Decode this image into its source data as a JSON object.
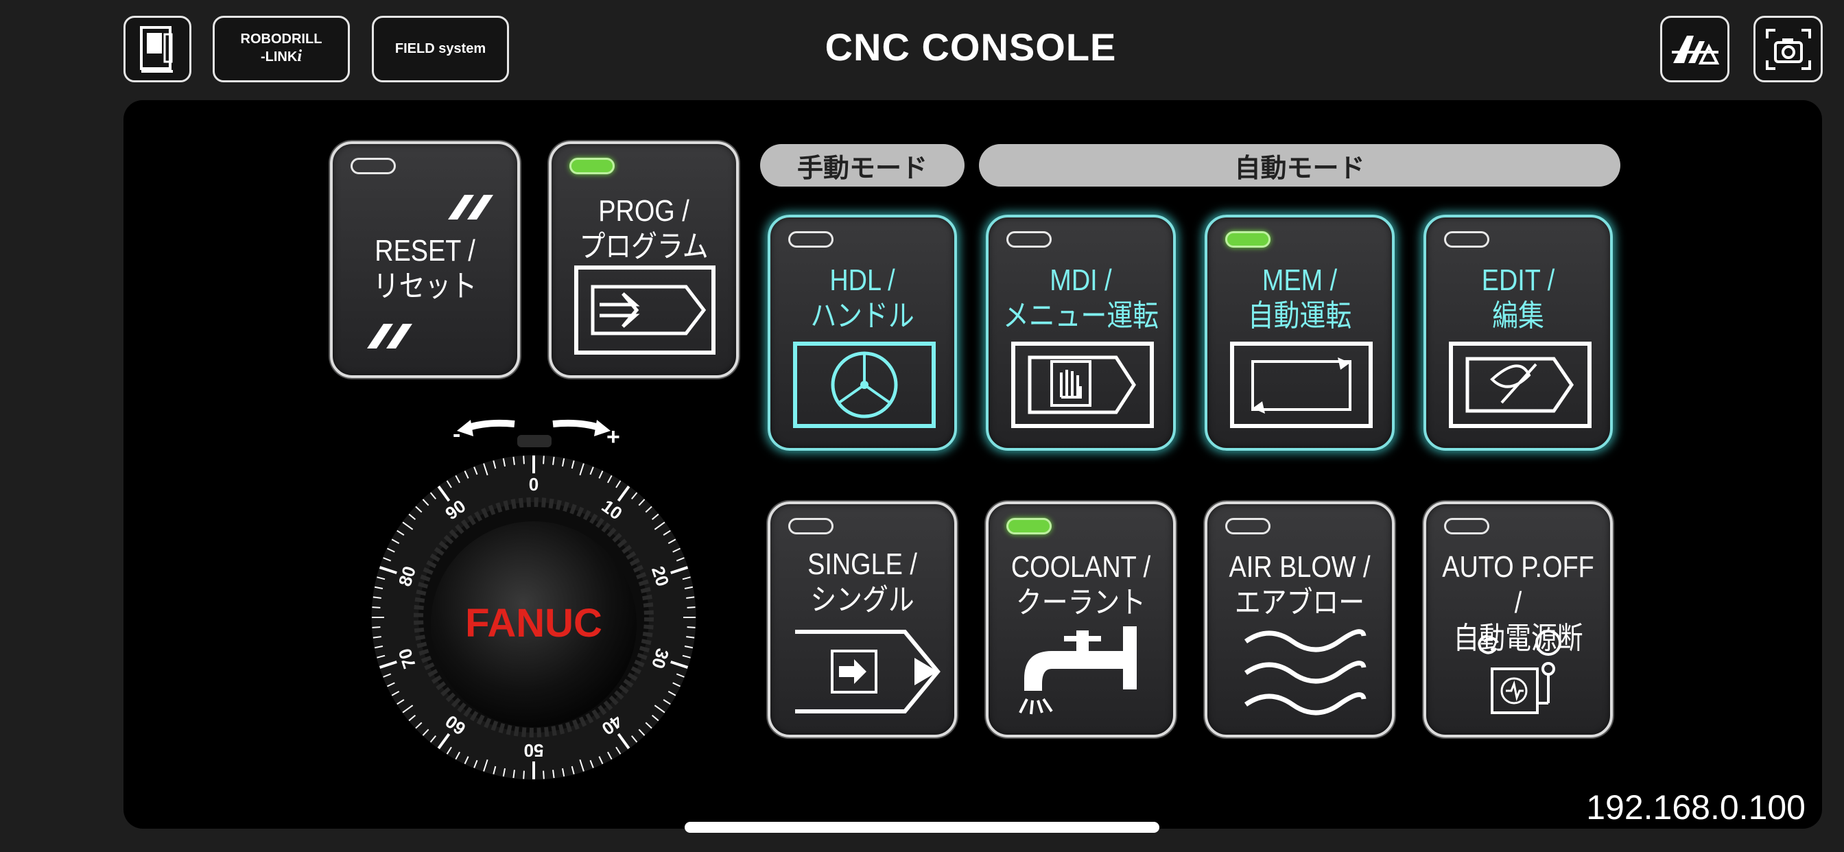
{
  "header": {
    "title": "CNC CONSOLE",
    "robodrill_line1": "ROBODRILL",
    "robodrill_line2": "-LINK",
    "robodrill_suffix": "i",
    "field_label": "FIELD system"
  },
  "modes": {
    "manual": "手動モード",
    "auto": "自動モード"
  },
  "keys": {
    "reset": {
      "line1": "RESET /",
      "line2": "リセット",
      "led_on": false
    },
    "prog": {
      "line1": "PROG /",
      "line2": "プログラム",
      "led_on": true
    },
    "hdl": {
      "line1": "HDL /",
      "line2": "ハンドル",
      "led_on": false
    },
    "mdi": {
      "line1": "MDI /",
      "line2": "メニュー運転",
      "led_on": false
    },
    "mem": {
      "line1": "MEM /",
      "line2": "自動運転",
      "led_on": true
    },
    "edit": {
      "line1": "EDIT /",
      "line2": "編集",
      "led_on": false
    },
    "single": {
      "line1": "SINGLE /",
      "line2": "シングル",
      "led_on": false
    },
    "coolant": {
      "line1": "COOLANT /",
      "line2": "クーラント",
      "led_on": true
    },
    "airblow": {
      "line1": "AIR BLOW /",
      "line2": "エアブロー",
      "led_on": false
    },
    "autopoff": {
      "line1": "AUTO P.OFF /",
      "line2": "自動電源断",
      "led_on": false
    }
  },
  "handwheel": {
    "brand": "FANUC",
    "minus": "-",
    "plus": "+",
    "scale": [
      "0",
      "10",
      "20",
      "30",
      "40",
      "50",
      "60",
      "70",
      "80",
      "90"
    ]
  },
  "status": {
    "ip": "192.168.0.100"
  },
  "colors": {
    "led_on": "#6fd33f",
    "accent_cyan": "#7ff0f0",
    "brand_red": "#e0231c"
  }
}
